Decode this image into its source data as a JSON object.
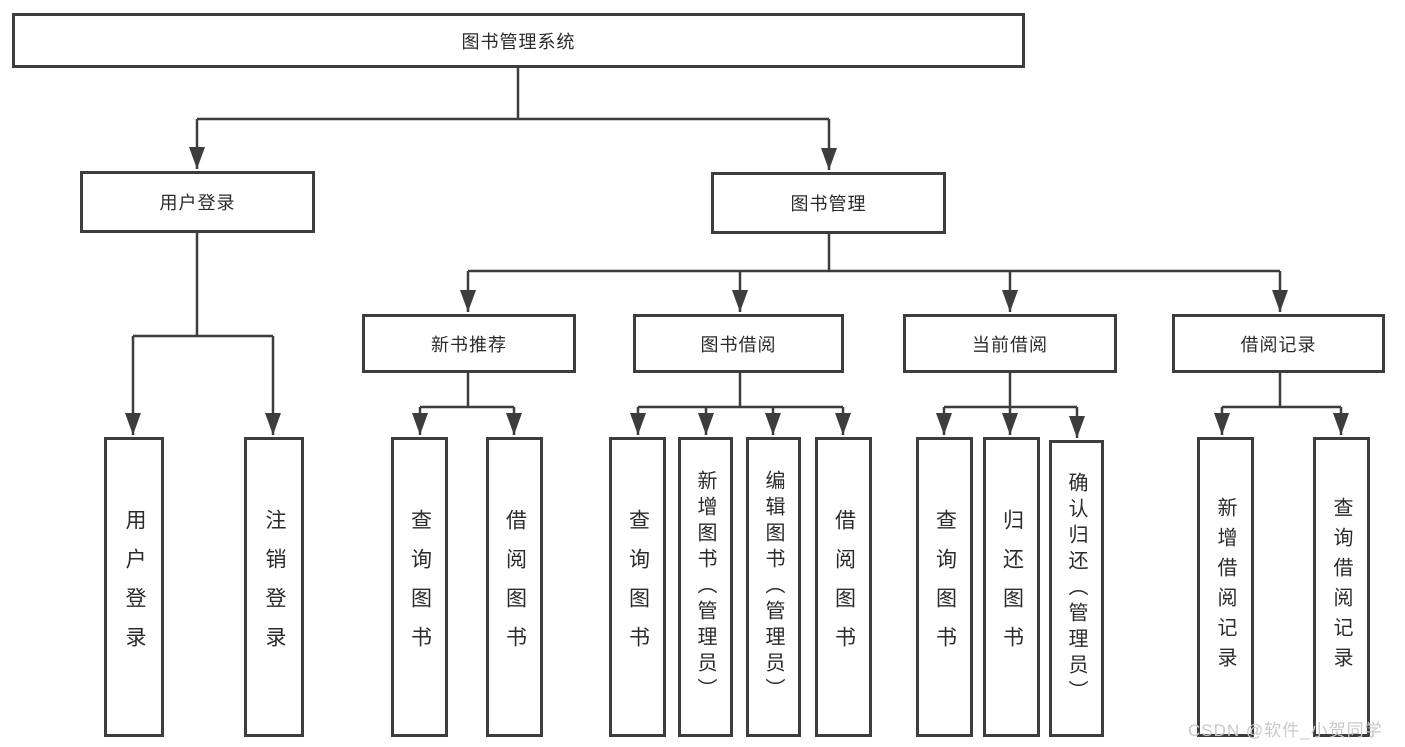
{
  "diagram_title": "图书管理系统",
  "colors": {
    "line": "#3d3d3d",
    "box_border": "#3d3d3d",
    "box_background": "#ffffff",
    "text": "#2b2b2b",
    "watermark": "#c9c9c9"
  },
  "tree": {
    "root": "图书管理系统",
    "level2": [
      "用户登录",
      "图书管理"
    ],
    "level3": [
      "新书推荐",
      "图书借阅",
      "当前借阅",
      "借阅记录"
    ],
    "leaves": {
      "user_login": [
        "用户登录",
        "注销登录"
      ],
      "new_book_rec": [
        "查询图书",
        "借阅图书"
      ],
      "book_borrow": [
        "查询图书",
        "新增图书（管理员）",
        "编辑图书（管理员）",
        "借阅图书"
      ],
      "current_borrow": [
        "查询图书",
        "归还图书",
        "确认归还（管理员）"
      ],
      "borrow_records": [
        "新增借阅记录",
        "查询借阅记录"
      ]
    }
  },
  "watermark": "CSDN @软件_小贺同学"
}
